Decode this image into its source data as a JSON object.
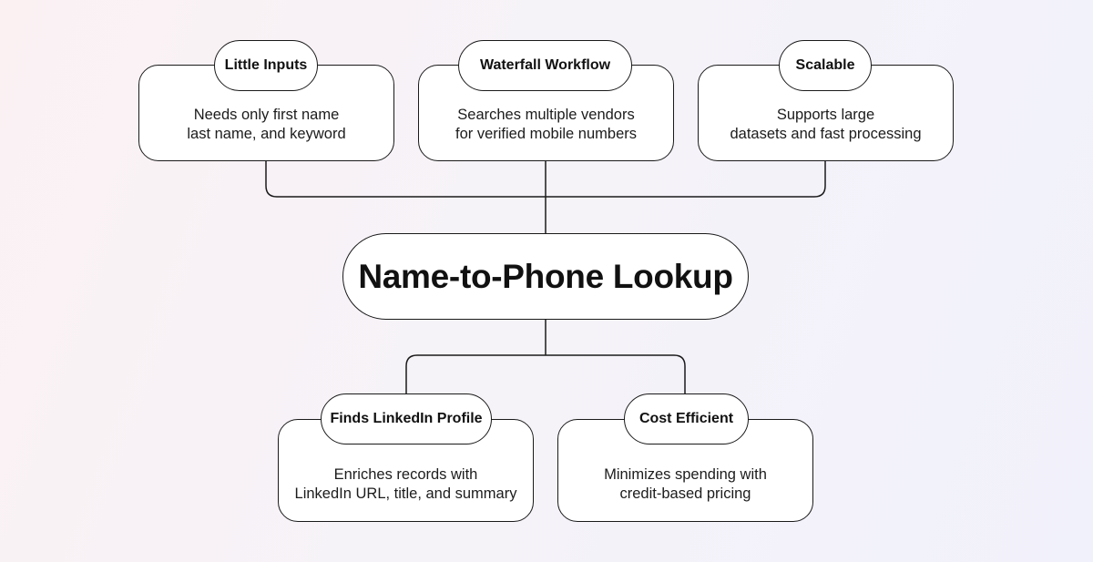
{
  "title": "Name-to-Phone Lookup",
  "top_features": [
    {
      "label": "Little Inputs",
      "desc_lines": [
        "Needs only first name",
        "last name, and keyword"
      ]
    },
    {
      "label": "Waterfall Workflow",
      "desc_lines": [
        "Searches multiple vendors",
        "for verified  mobile numbers"
      ]
    },
    {
      "label": "Scalable",
      "desc_lines": [
        "Supports large",
        "datasets and fast processing"
      ]
    }
  ],
  "bottom_features": [
    {
      "label": "Finds LinkedIn Profile",
      "desc_lines": [
        "Enriches records with",
        "LinkedIn URL, title, and summary"
      ]
    },
    {
      "label": "Cost Efficient",
      "desc_lines": [
        "Minimizes spending with",
        "credit-based pricing"
      ]
    }
  ]
}
